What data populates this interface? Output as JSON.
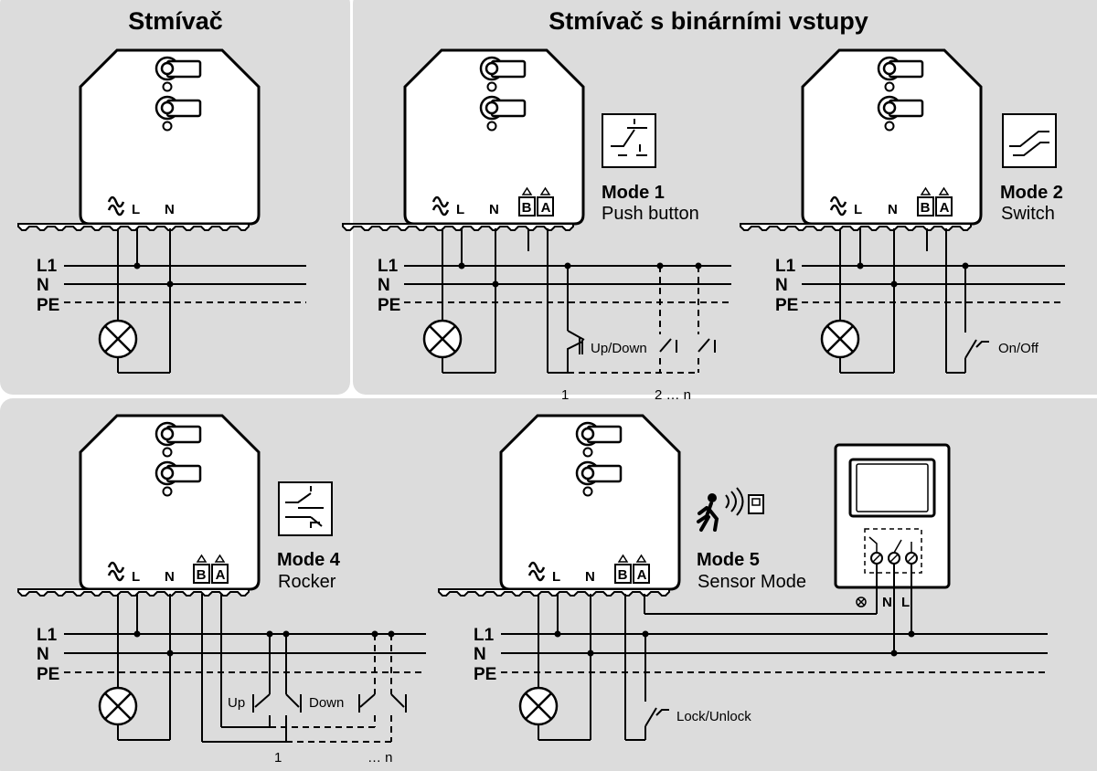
{
  "titles": {
    "dimmer": "Stmívač",
    "dimmer_binary": "Stmívač s binárními vstupy"
  },
  "bus_labels": {
    "l1": "L1",
    "n": "N",
    "pe": "PE"
  },
  "terminals": {
    "l": "L",
    "n": "N",
    "b": "B",
    "a": "A",
    "sensor_n": "N",
    "sensor_l": "L"
  },
  "modes": {
    "mode1": {
      "title": "Mode 1",
      "subtitle": "Push button"
    },
    "mode2": {
      "title": "Mode 2",
      "subtitle": "Switch"
    },
    "mode4": {
      "title": "Mode 4",
      "subtitle": "Rocker"
    },
    "mode5": {
      "title": "Mode 5",
      "subtitle": "Sensor Mode"
    }
  },
  "switch_labels": {
    "up_down": "Up/Down",
    "on_off": "On/Off",
    "up": "Up",
    "down": "Down",
    "lock_unlock": "Lock/Unlock"
  },
  "count_labels": {
    "one": "1",
    "two_to_n": "2 … n",
    "dots_n": "… n"
  },
  "icons": {
    "push_button": "push-button-icon",
    "switch": "switch-icon",
    "rocker": "rocker-icon",
    "motion_sensor": "motion-sensor-icon",
    "lamp": "lamp-icon",
    "dimmer_module": "dimmer-module-icon"
  }
}
